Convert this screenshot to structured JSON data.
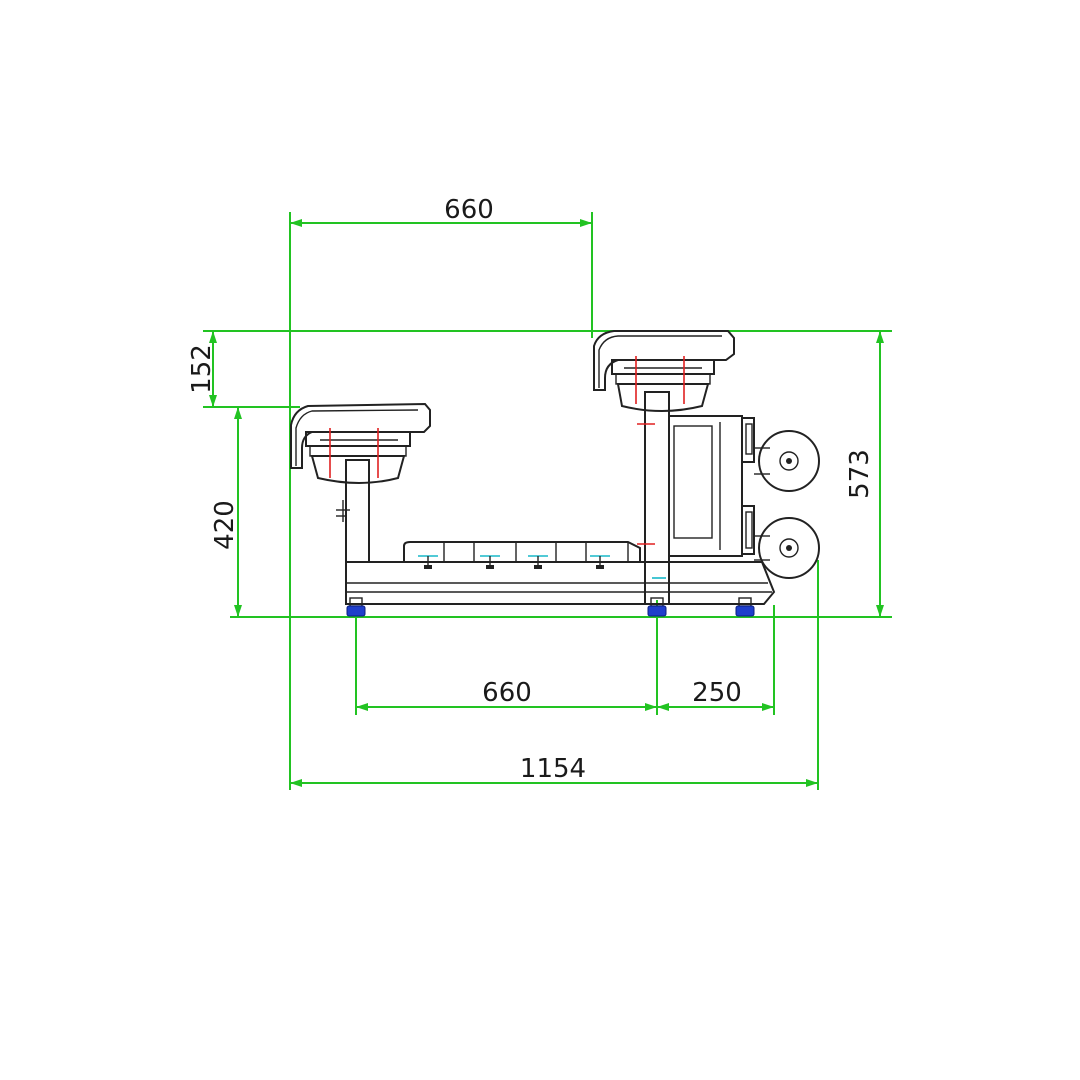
{
  "dimensions": {
    "top_spacing": "660",
    "top_offset": "152",
    "left_height": "420",
    "total_height": "573",
    "bottom_spacing": "660",
    "rear_offset": "250",
    "total_length": "1154"
  },
  "colors": {
    "dimension_line": "#22c322",
    "outline": "#222222",
    "centerline": "#e02020",
    "foot": "#1f3fcc",
    "cyan_mark": "#18b8c8"
  }
}
